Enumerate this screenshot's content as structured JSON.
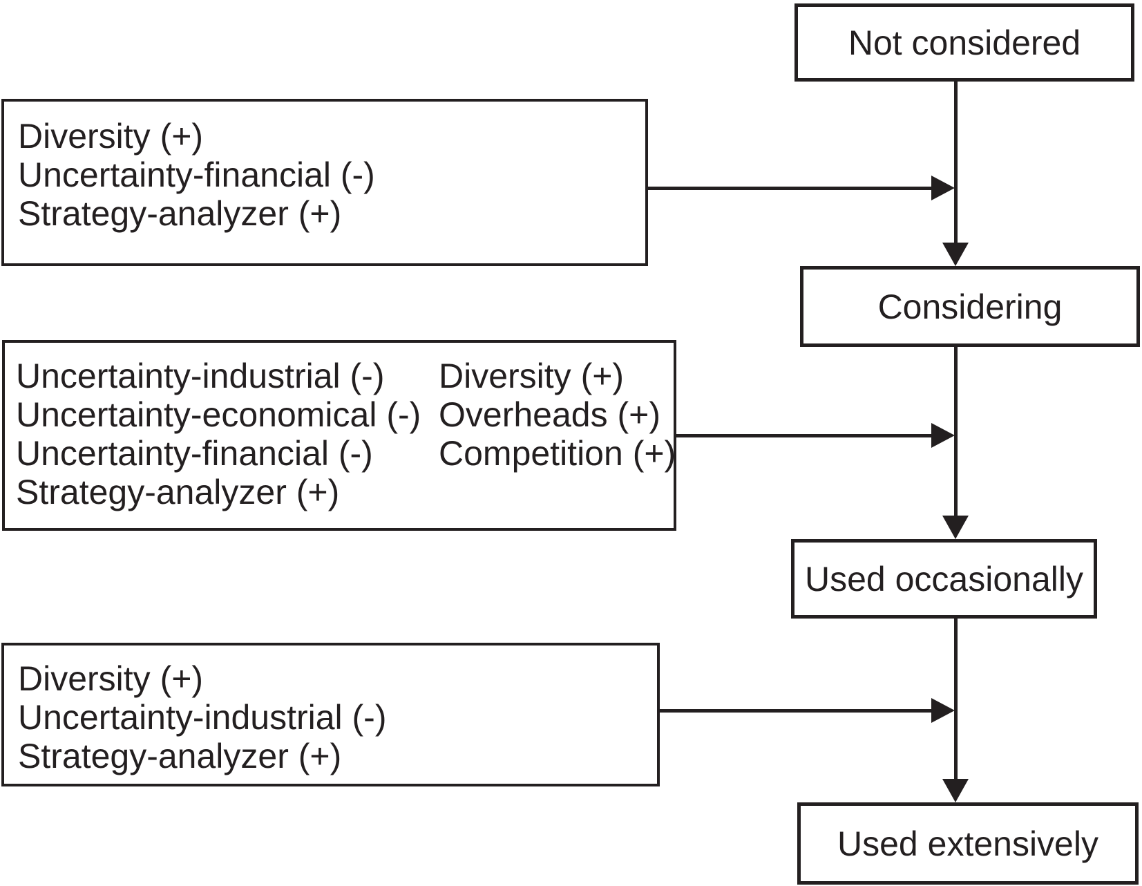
{
  "diagram": {
    "stages": [
      {
        "label": "Not considered"
      },
      {
        "label": "Considering"
      },
      {
        "label": "Used occasionally"
      },
      {
        "label": "Used extensively"
      }
    ],
    "factor_boxes": [
      {
        "target_transition": "Not considered -> Considering",
        "lines": [
          "Diversity (+)",
          "Uncertainty-financial (-)",
          "Strategy-analyzer (+)"
        ]
      },
      {
        "target_transition": "Considering -> Used occasionally",
        "col1": [
          "Uncertainty-industrial (-)",
          "Uncertainty-economical (-)",
          "Uncertainty-financial (-)",
          "Strategy-analyzer (+)"
        ],
        "col2": [
          "Diversity (+)",
          "Overheads (+)",
          "Competition (+)"
        ]
      },
      {
        "target_transition": "Used occasionally -> Used extensively",
        "lines": [
          "Diversity (+)",
          "Uncertainty-industrial (-)",
          "Strategy-analyzer (+)"
        ]
      }
    ],
    "edges": [
      {
        "from": "Not considered",
        "to": "Considering"
      },
      {
        "from": "Considering",
        "to": "Used occasionally"
      },
      {
        "from": "Used occasionally",
        "to": "Used extensively"
      }
    ],
    "colors": {
      "stroke": "#231f20",
      "background": "#ffffff",
      "box_fill": "#ffffff"
    }
  }
}
